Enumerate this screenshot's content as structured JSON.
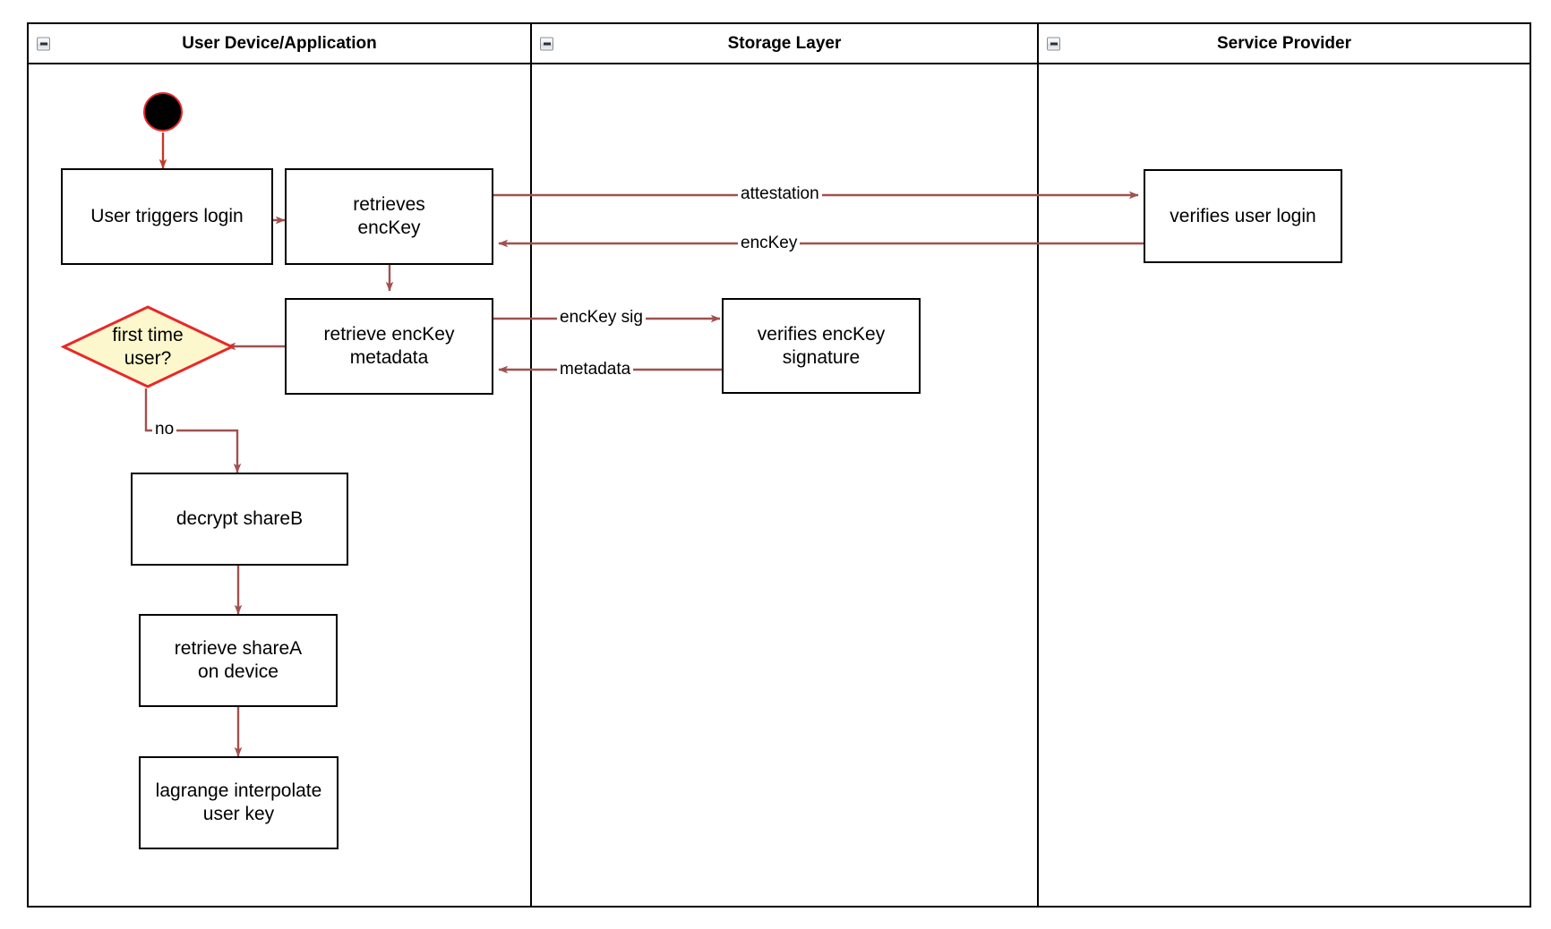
{
  "diagram": {
    "type": "uml-activity-swimlane",
    "accent_colors": {
      "edge": "#A0514E",
      "node_border": "#000000",
      "decision_fill": "#FCF7CC",
      "decision_border": "#E8282A",
      "start_fill": "#000000",
      "start_border": "#E8282A",
      "lane_border": "#000000"
    }
  },
  "lanes": [
    {
      "id": "user-device",
      "title": "User Device/Application",
      "collapse_icon": "minus-square-icon"
    },
    {
      "id": "storage-layer",
      "title": "Storage Layer",
      "collapse_icon": "minus-square-icon"
    },
    {
      "id": "service-provider",
      "title": "Service Provider",
      "collapse_icon": "minus-square-icon"
    }
  ],
  "nodes": {
    "start": {
      "icon": "start-node-circle"
    },
    "user_triggers_login": {
      "label": "User triggers login"
    },
    "retrieves_enckey": {
      "label": "retrieves\nencKey"
    },
    "retrieve_enckey_metadata": {
      "label": "retrieve encKey\nmetadata"
    },
    "first_time_user": {
      "label": "first time\nuser?"
    },
    "decrypt_shareb": {
      "label": "decrypt shareB"
    },
    "retrieve_sharea": {
      "label": "retrieve shareA\non device"
    },
    "lagrange_interpolate": {
      "label": "lagrange interpolate\nuser key"
    },
    "verifies_enckey_signature": {
      "label": "verifies encKey\nsignature"
    },
    "verifies_user_login": {
      "label": "verifies user login"
    }
  },
  "edge_labels": {
    "attestation": "attestation",
    "enckey": "encKey",
    "enckey_sig": "encKey sig",
    "metadata": "metadata",
    "no": "no"
  }
}
